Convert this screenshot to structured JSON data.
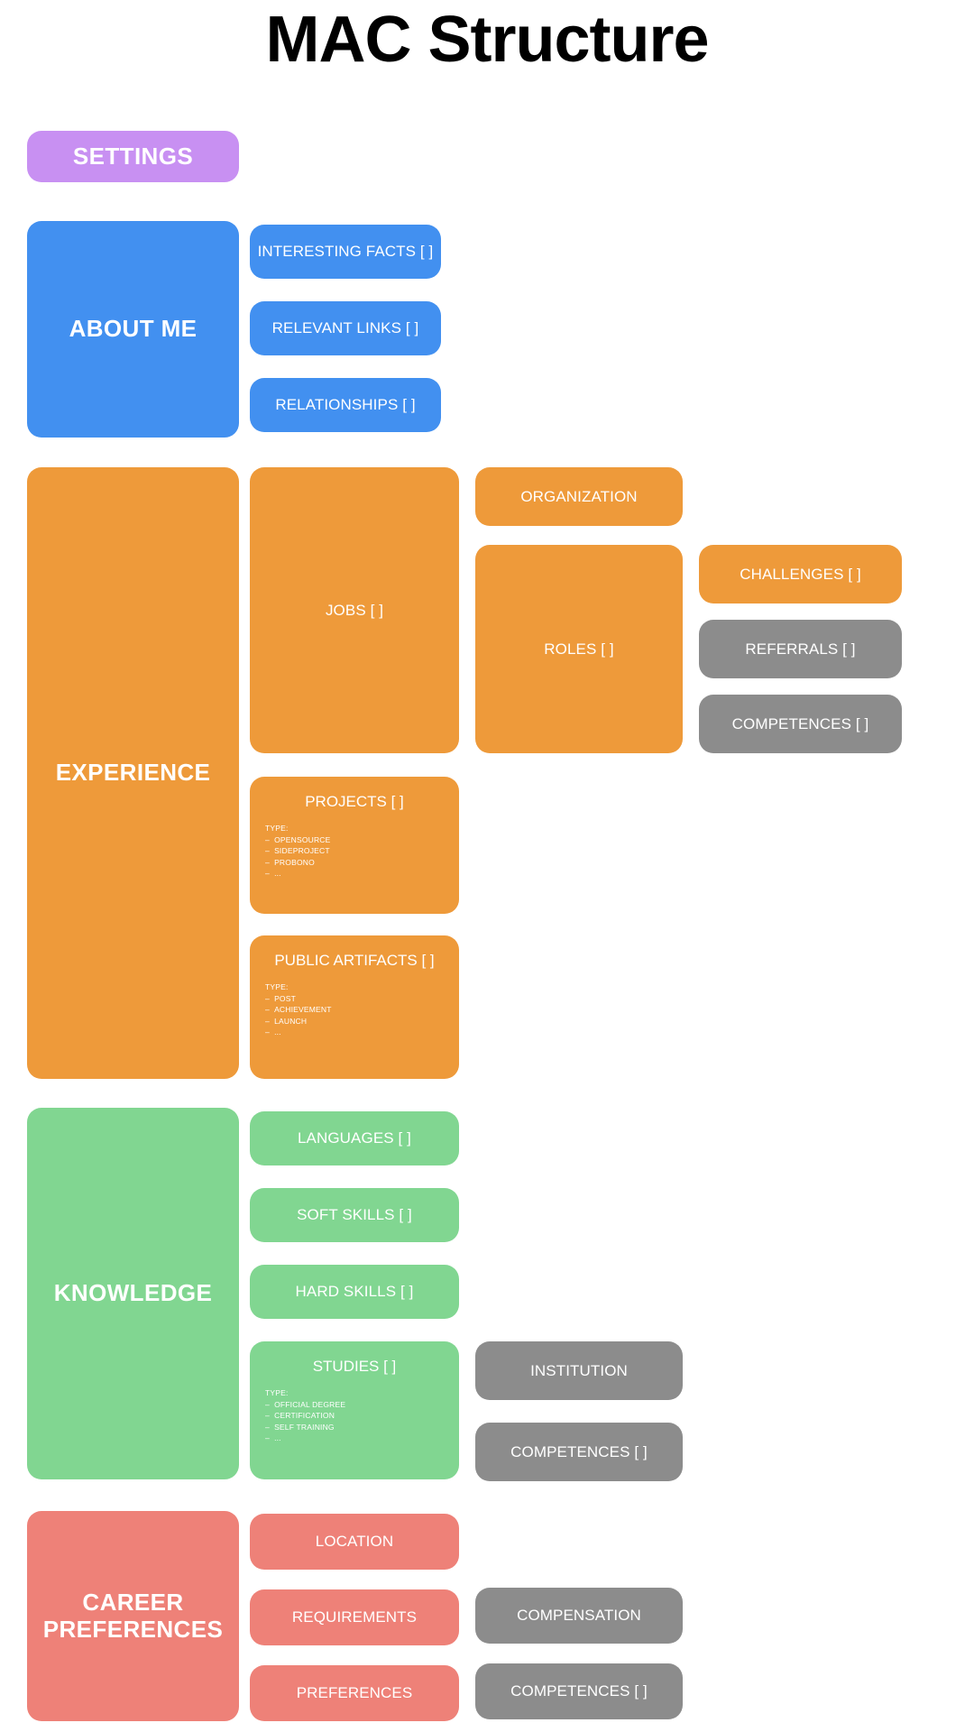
{
  "title": "MAC Structure",
  "colors": {
    "settings": "#C890F2",
    "about": "#4290F0",
    "experience": "#EE9A3A",
    "knowledge": "#81D691",
    "career": "#EE8178",
    "gray": "#8C8C8C",
    "title_text": "#000000",
    "box_text": "#FFFFFF",
    "background": "#FFFFFF"
  },
  "sections": {
    "settings": {
      "label": "SETTINGS"
    },
    "about_me": {
      "label": "ABOUT ME",
      "children": [
        {
          "label": "INTERESTING FACTS [ ]"
        },
        {
          "label": "RELEVANT LINKS [ ]"
        },
        {
          "label": "RELATIONSHIPS [ ]"
        }
      ]
    },
    "experience": {
      "label": "EXPERIENCE",
      "jobs": {
        "label": "JOBS [ ]"
      },
      "organization": {
        "label": "ORGANIZATION"
      },
      "roles": {
        "label": "ROLES [ ]"
      },
      "challenges": {
        "label": "CHALLENGES [ ]"
      },
      "referrals": {
        "label": "REFERRALS [ ]"
      },
      "competences": {
        "label": "COMPETENCES [ ]"
      },
      "projects": {
        "label": "PROJECTS [ ]",
        "type_header": "TYPE:",
        "types": [
          "OPENSOURCE",
          "SIDEPROJECT",
          "PROBONO",
          "..."
        ]
      },
      "public_artifacts": {
        "label": "PUBLIC ARTIFACTS [ ]",
        "type_header": "TYPE:",
        "types": [
          "POST",
          "ACHIEVEMENT",
          "LAUNCH",
          "..."
        ]
      }
    },
    "knowledge": {
      "label": "KNOWLEDGE",
      "languages": {
        "label": "LANGUAGES [ ]"
      },
      "soft_skills": {
        "label": "SOFT SKILLS [ ]"
      },
      "hard_skills": {
        "label": "HARD SKILLS [ ]"
      },
      "studies": {
        "label": "STUDIES [ ]",
        "type_header": "TYPE:",
        "types": [
          "OFFICIAL DEGREE",
          "CERTIFICATION",
          "SELF TRAINING",
          "..."
        ]
      },
      "institution": {
        "label": "INSTITUTION"
      },
      "competences": {
        "label": "COMPETENCES [ ]"
      }
    },
    "career_preferences": {
      "label": "CAREER PREFERENCES",
      "location": {
        "label": "LOCATION"
      },
      "requirements": {
        "label": "REQUIREMENTS"
      },
      "preferences": {
        "label": "PREFERENCES"
      },
      "compensation": {
        "label": "COMPENSATION"
      },
      "competences": {
        "label": "COMPETENCES [ ]"
      }
    }
  }
}
